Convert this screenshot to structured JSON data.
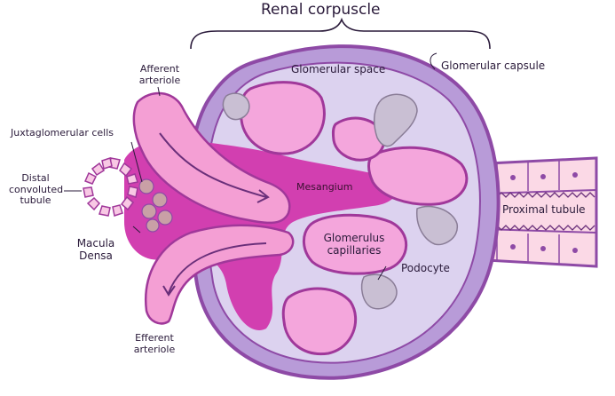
{
  "diagram": {
    "title": "Renal corpuscle",
    "labels": {
      "glomerular_space": "Glomerular space",
      "glomerular_capsule": "Glomerular capsule",
      "afferent_arteriole": [
        "Afferent",
        "arteriole"
      ],
      "juxtaglomerular_cells": "Juxtaglomerular cells",
      "distal_convoluted_tubule": [
        "Distal",
        "convoluted",
        "tubule"
      ],
      "macula_densa": [
        "Macula",
        "Densa"
      ],
      "mesangium": "Mesangium",
      "proximal_tubule": "Proximal tubule",
      "glomerulus_capillaries": [
        "Glomerulus",
        "capillaries"
      ],
      "podocyte": "Podocyte",
      "efferent_arteriole": [
        "Efferent",
        "arteriole"
      ]
    },
    "colors": {
      "capsule_outer": "#8e4aa6",
      "capsule_wall": "#b89bd8",
      "space_fill": "#dcd2ef",
      "mesangium": "#d23fb0",
      "capillary_fill": "#f4a6dc",
      "capillary_border": "#a0389a",
      "podocyte": "#c9bfd3",
      "tubule_fill": "#fbd9e6"
    }
  }
}
